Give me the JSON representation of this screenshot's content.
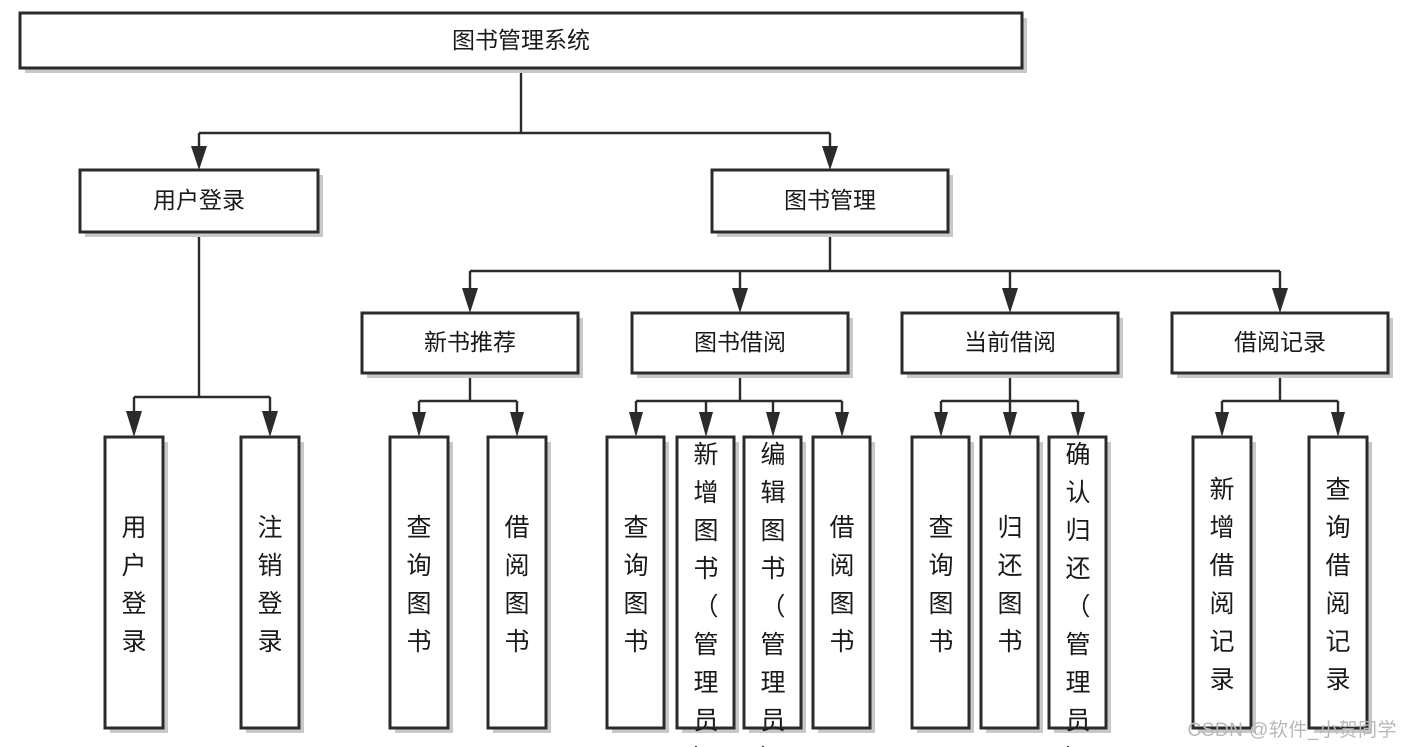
{
  "diagram": {
    "title": "图书管理系统",
    "type": "tree",
    "style": {
      "box_fill": "#ffffff",
      "box_stroke": "#2b2b2b",
      "shadow": "#c8c8c8",
      "text": "#1a1a1a",
      "background": "#ffffff",
      "watermark_color": "#b8b8b8"
    },
    "levels": {
      "root": {
        "label": "图书管理系统"
      },
      "level2": [
        {
          "label": "用户登录"
        },
        {
          "label": "图书管理"
        }
      ],
      "level3": [
        {
          "label": "新书推荐"
        },
        {
          "label": "图书借阅"
        },
        {
          "label": "当前借阅"
        },
        {
          "label": "借阅记录"
        }
      ],
      "leaves": {
        "user_login": [
          {
            "label": "用户登录"
          },
          {
            "label": "注销登录"
          }
        ],
        "new_book": [
          {
            "label": "查询图书"
          },
          {
            "label": "借阅图书"
          }
        ],
        "book_borrow": [
          {
            "label": "查询图书"
          },
          {
            "label": "新增图书（管理员）"
          },
          {
            "label": "编辑图书（管理员）"
          },
          {
            "label": "借阅图书"
          }
        ],
        "current_borrow": [
          {
            "label": "查询图书"
          },
          {
            "label": "归还图书"
          },
          {
            "label": "确认归还（管理员）"
          }
        ],
        "borrow_record": [
          {
            "label": "新增借阅记录"
          },
          {
            "label": "查询借阅记录"
          }
        ]
      }
    }
  },
  "watermark": {
    "text": "CSDN @软件_小贺同学"
  }
}
